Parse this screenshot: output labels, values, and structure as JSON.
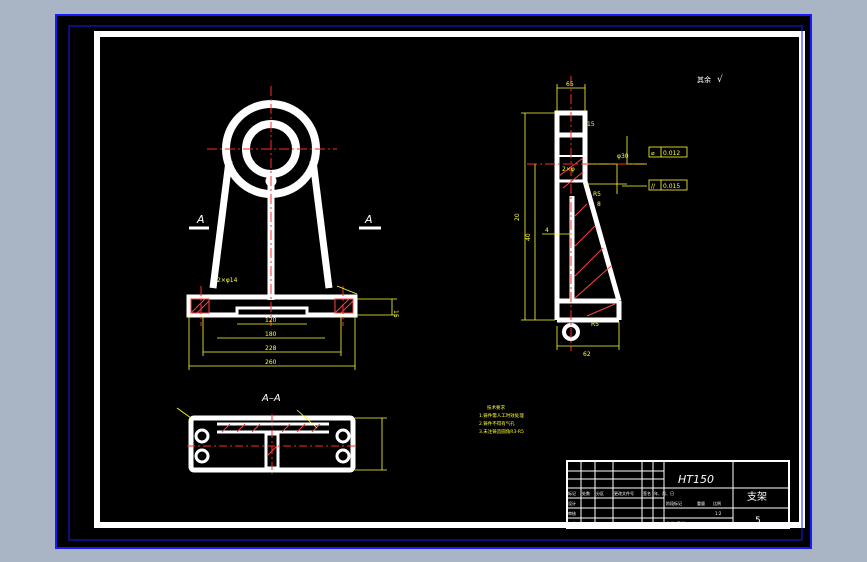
{
  "section_left_label": "A",
  "section_right_label": "A",
  "section_title": "A–A",
  "roughness_label": "其余",
  "material": "HT150",
  "part_name": "支架",
  "sheet_number": "5",
  "scale": "1:2",
  "dims_front": [
    "120",
    "180",
    "228",
    "260",
    "15",
    "2×φ14"
  ],
  "dims_side": [
    "65",
    "15",
    "2×φ",
    "φ30",
    "8",
    "20",
    "62",
    "40",
    "4",
    "R5",
    "R5"
  ],
  "tolerance_1": "0.012",
  "tolerance_2": "0.015",
  "notes_title": "技术要求",
  "notes": [
    "1.铸件需人工时效处理",
    "2.铸件不得有气孔",
    "3.未注铸造圆角R3-R5"
  ],
  "title_block": {
    "headers": [
      "标记",
      "处数",
      "分区",
      "更改文件号",
      "签名",
      "年、月、日"
    ],
    "rows": [
      "设计",
      "审核",
      "工艺"
    ],
    "stage_label": "阶段标记",
    "weight_label": "重量",
    "scale_label": "比例",
    "sheet_label": "共 张 第 张"
  },
  "colors": {
    "window_border": "#1a1aff",
    "line": "#ffffff",
    "center": "#ff2a2a",
    "dim": "#ffff33",
    "hatch": "#ff4444"
  }
}
